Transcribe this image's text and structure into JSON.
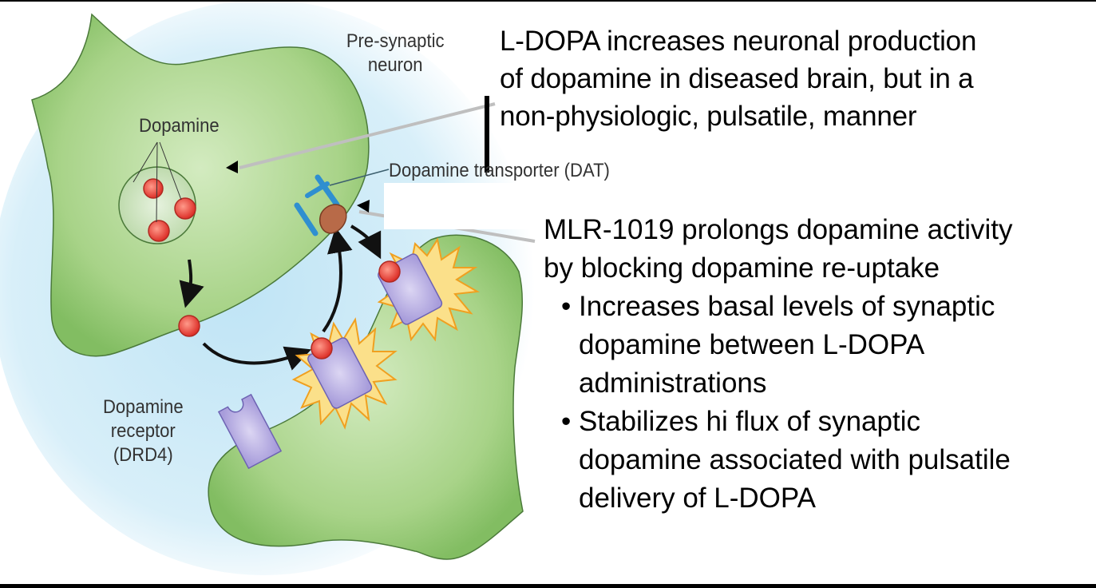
{
  "diagram": {
    "labels": {
      "presynaptic": [
        "Pre-synaptic",
        "neuron"
      ],
      "dopamine_vesicle": "Dopamine",
      "transporter": "Dopamine transporter (DAT)",
      "receptor": [
        "Dopamine",
        "receptor",
        "(DRD4)"
      ]
    },
    "colors": {
      "neuron_fill": "#a9d38a",
      "neuron_stroke": "#4b7a3a",
      "synapse_bg": "#bfe4f5",
      "dopamine": "#e8453c",
      "receptor": "#b3a9e0",
      "transporter": "#2f8fd0",
      "burst": "#f5b821"
    }
  },
  "callouts": {
    "ldopa": {
      "lines": [
        "L-DOPA increases neuronal production",
        "of dopamine in diseased brain, but in a",
        "non-physiologic, pulsatile, manner"
      ]
    },
    "mlr": {
      "lines": [
        "MLR-1019 prolongs dopamine activity",
        "by blocking dopamine re-uptake"
      ],
      "bullets": [
        {
          "marker": "•",
          "lines": [
            "Increases basal levels of synaptic",
            "dopamine between L-DOPA",
            "administrations"
          ]
        },
        {
          "marker": "•",
          "lines": [
            "Stabilizes hi flux of synaptic",
            "dopamine associated with pulsatile",
            "delivery of L-DOPA"
          ]
        }
      ]
    }
  }
}
